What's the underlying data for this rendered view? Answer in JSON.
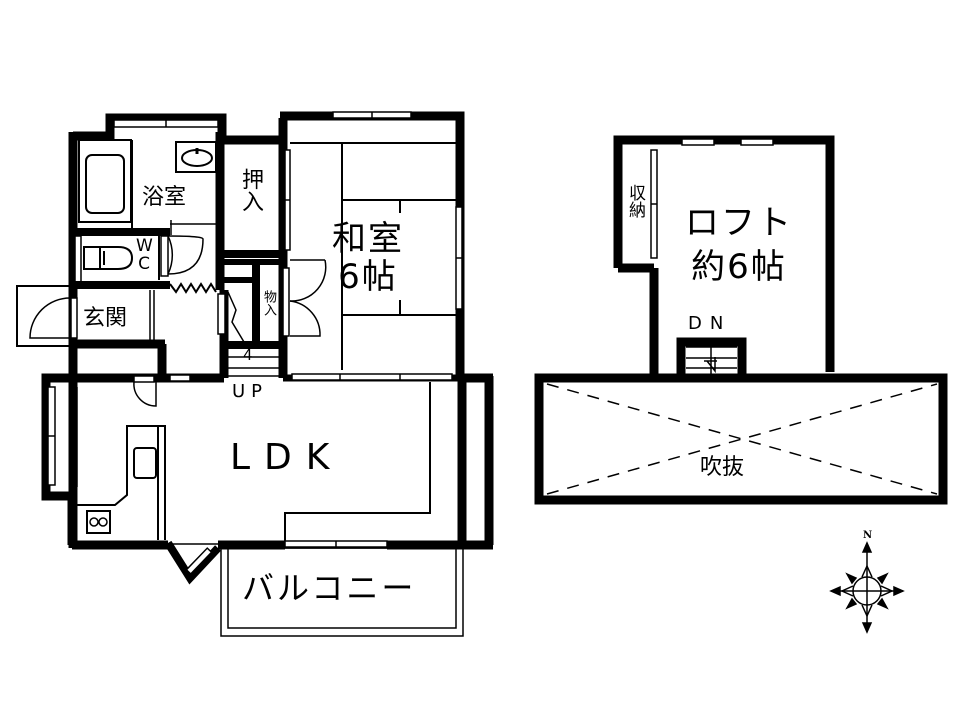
{
  "floor_plan": {
    "first_floor": {
      "rooms": {
        "bathroom": "浴室",
        "toilet": "WC",
        "closet": "押入",
        "storage": "物入",
        "entrance": "玄関",
        "washitsu_name": "和室",
        "washitsu_size": "6帖",
        "ldk": "LDK",
        "balcony": "バルコニー"
      },
      "stairs_label": "UP",
      "stairs_mark": "4"
    },
    "loft_floor": {
      "rooms": {
        "storage": "収納",
        "loft_name": "ロフト",
        "loft_size": "約6帖",
        "void": "吹抜"
      },
      "stairs_label": "DN"
    },
    "compass": {
      "north_label": "N",
      "icon": "compass-rose-icon"
    },
    "colors": {
      "wall": "#000000",
      "background": "#ffffff"
    }
  }
}
